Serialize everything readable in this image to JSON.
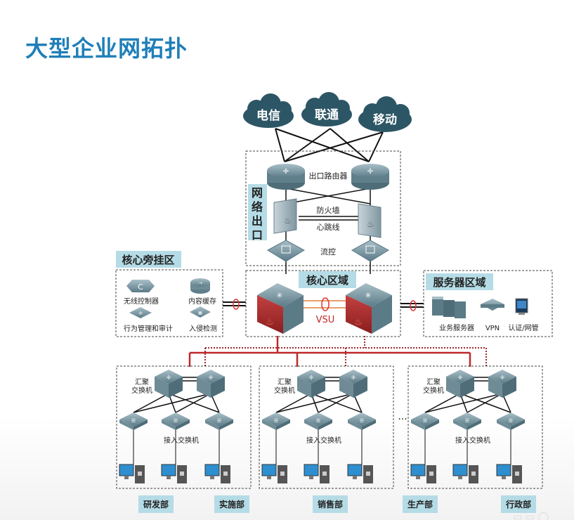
{
  "title": "大型企业网拓扑",
  "isps": [
    "电信",
    "联通",
    "移动"
  ],
  "egress": {
    "zone_label": [
      "网",
      "络",
      "出",
      "口"
    ],
    "router_label": "出口路由器",
    "firewall_label": "防火墙",
    "heartbeat_label": "心跳线",
    "flow_control_label": "流控"
  },
  "bypass": {
    "zone_label": "核心旁挂区",
    "devices": [
      "无线控制器",
      "内容缓存",
      "行为管理和审计",
      "入侵检测"
    ]
  },
  "core": {
    "zone_label": "核心区域",
    "vsu_label": "VSU"
  },
  "servers": {
    "zone_label": "服务器区域",
    "devices": [
      "业务服务器",
      "VPN",
      "认证/网管"
    ]
  },
  "branches": [
    {
      "agg_label": [
        "汇聚",
        "交换机"
      ],
      "access_label": "接入交换机"
    },
    {
      "agg_label": [
        "汇聚",
        "交换机"
      ],
      "access_label": "接入交换机"
    },
    {
      "agg_label": [
        "汇聚",
        "交换机"
      ],
      "access_label": "接入交换机"
    }
  ],
  "ellipsis": "···",
  "departments": [
    "研发部",
    "实施部",
    "销售部",
    "生产部",
    "行政部"
  ],
  "colors": {
    "title": "#1f7fb8",
    "cloud": "#2c5665",
    "zone_tag": "#b5dce6",
    "link_red": "#c0282b",
    "vsu_orange": "#e8a06a"
  }
}
